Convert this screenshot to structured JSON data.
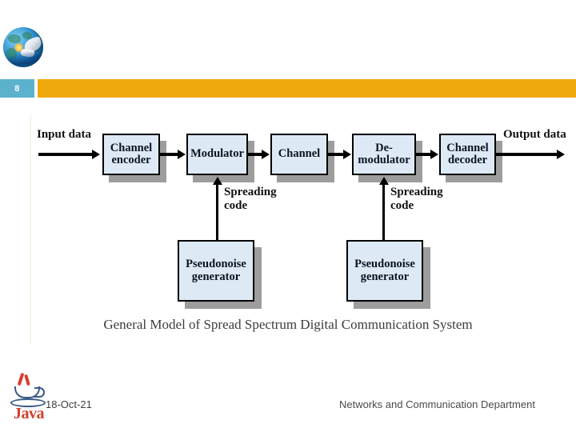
{
  "slide": {
    "number": "8",
    "accent_band_color": "#f0a90d",
    "number_badge_color": "#5cb2cd"
  },
  "brand": {
    "logo_name": "globe-satellite-logo"
  },
  "figure": {
    "caption": "General Model of Spread Spectrum Digital Communication System",
    "box_fill_color": "#ddeaf6",
    "nodes": [
      {
        "id": "channel-encoder",
        "label": "Channel\nencoder"
      },
      {
        "id": "modulator",
        "label": "Modulator"
      },
      {
        "id": "channel",
        "label": "Channel"
      },
      {
        "id": "demodulator",
        "label": "De-\nmodulator"
      },
      {
        "id": "channel-decoder",
        "label": "Channel\ndecoder"
      },
      {
        "id": "pn-generator-tx",
        "label": "Pseudonoise\ngenerator"
      },
      {
        "id": "pn-generator-rx",
        "label": "Pseudonoise\ngenerator"
      }
    ],
    "labels": {
      "input_data": "Input data",
      "output_data": "Output data",
      "spreading_code_tx": "Spreading\ncode",
      "spreading_code_rx": "Spreading\ncode"
    }
  },
  "footer": {
    "date": "18-Oct-21",
    "department": "Networks and Communication Department",
    "java_word": "Java"
  }
}
